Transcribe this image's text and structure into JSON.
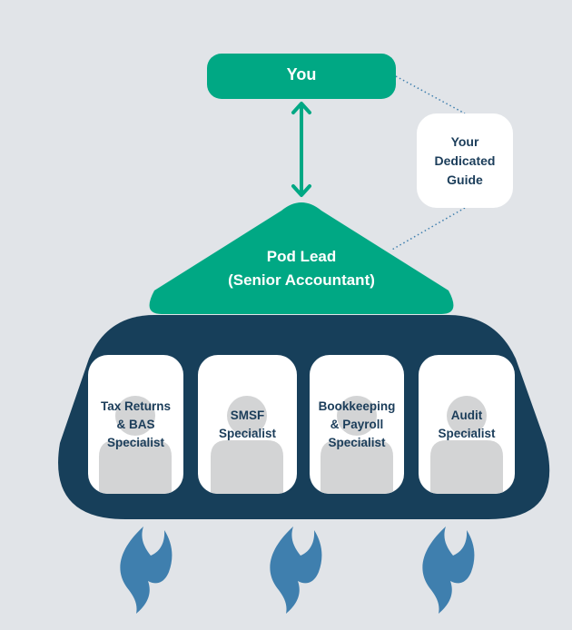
{
  "you": {
    "label": "You"
  },
  "guide": {
    "label": "Your\nDedicated\nGuide"
  },
  "pod_lead": {
    "label": "Pod Lead\n(Senior Accountant)"
  },
  "specialists": [
    {
      "label": "Tax Returns\n& BAS\nSpecialist"
    },
    {
      "label": "SMSF\nSpecialist"
    },
    {
      "label": "Bookkeeping\n& Payroll\nSpecialist"
    },
    {
      "label": "Audit\nSpecialist"
    }
  ],
  "colors": {
    "background": "#e1e4e8",
    "green": "#00a884",
    "navy": "#173f5a",
    "flame": "#3f7fae",
    "card": "#ffffff",
    "silhouette": "#d3d4d5",
    "text_dark": "#1b3d5a"
  },
  "icons": [
    "flame-icon",
    "person-silhouette-icon",
    "double-arrow-icon"
  ]
}
